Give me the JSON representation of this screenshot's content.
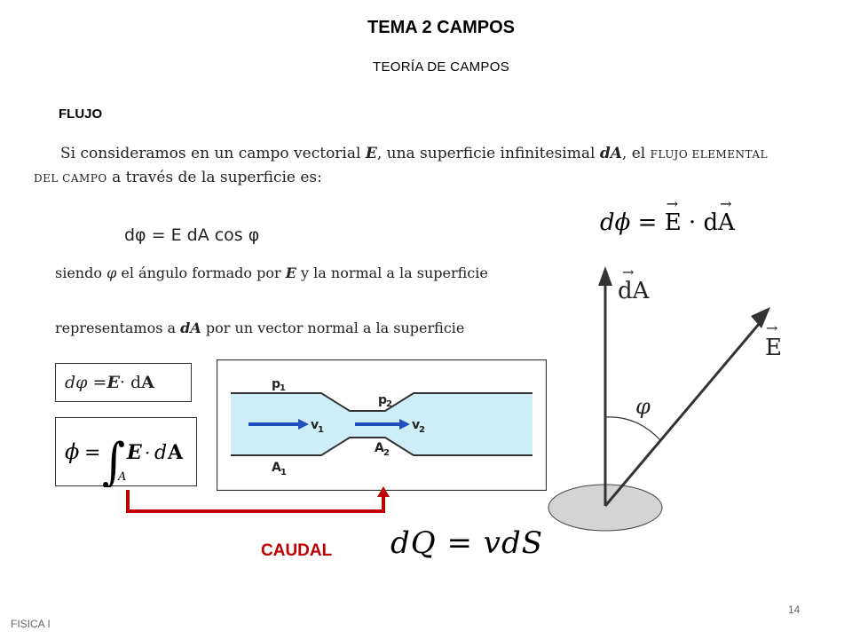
{
  "header": {
    "title": "TEMA 2 CAMPOS",
    "subtitle": "TEORÍA DE CAMPOS"
  },
  "section": {
    "heading": "FLUJO"
  },
  "intro": {
    "part1": "Si consideramos en un campo vectorial ",
    "E": "E",
    "part2": ", una superficie infinitesimal ",
    "dA": "dA",
    "part3": ", el ",
    "small_caps_1": "FLUJO ELEMENTAL",
    "small_caps_2": "DEL CAMPO",
    "part4": " a través de la superficie es:"
  },
  "formulas": {
    "scalar": "dφ = E dA cos φ",
    "siendo": {
      "a": "siendo ",
      "phi": "φ",
      "b": " el ángulo formado por ",
      "E": "E",
      "c": " y la normal a la superficie"
    },
    "representamos": {
      "a": "representamos a ",
      "dA": "dA",
      "b": " por un vector normal a la superficie"
    },
    "dot_box": {
      "lhs": "dφ = ",
      "E": "E",
      "dot": " · d",
      "A": "A"
    },
    "integral_box": {
      "phi": "ϕ",
      "eq": "=",
      "sign": "∫",
      "sub": "A",
      "E": "E",
      "dot": "·",
      "d": "d",
      "A": "A"
    },
    "vector_form": {
      "lhs": "dϕ = ",
      "E": "E",
      "dot": " · d",
      "A": "A"
    }
  },
  "flow_diagram": {
    "p1": "p",
    "p1_sub": "1",
    "p2": "p",
    "p2_sub": "2",
    "v1": "v",
    "v1_sub": "1",
    "v2": "v",
    "v2_sub": "2",
    "A1": "A",
    "A1_sub": "1",
    "A2": "A",
    "A2_sub": "2"
  },
  "vector_diagram": {
    "dA_label": "dA",
    "E_label": "E",
    "phi_label": "φ"
  },
  "caudal": {
    "label": "CAUDAL",
    "formula": "dQ = vdS"
  },
  "footer": {
    "page_number": "14",
    "course": "FISICA I"
  },
  "colors": {
    "accent_red": "#c00000",
    "fluid": "#cdeef8",
    "arrow_blue": "#1f4fbf",
    "disk": "#d4d4d4"
  }
}
